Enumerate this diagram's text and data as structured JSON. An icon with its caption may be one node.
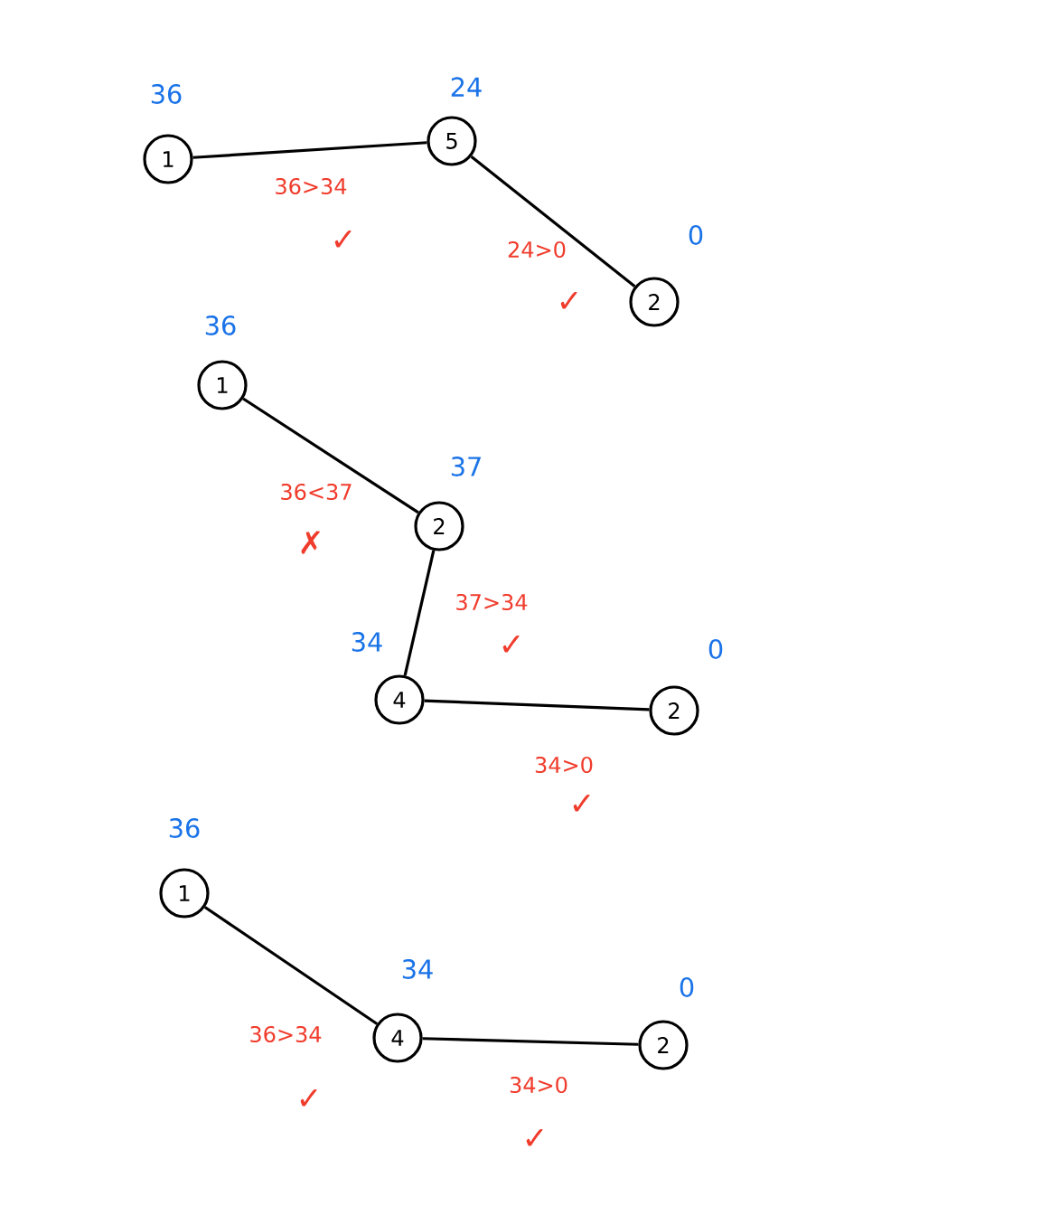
{
  "diagram": {
    "nodes": [
      {
        "text": [
          "1"
        ],
        "beside": [
          "36"
        ]
      },
      {
        "text": [
          "5"
        ],
        "beside": [
          "24"
        ]
      },
      {
        "text": [
          "2"
        ],
        "beside": [
          "0"
        ]
      },
      {
        "text": [
          "1"
        ],
        "beside": [
          "36"
        ]
      },
      {
        "text": [
          "2"
        ],
        "beside": [
          "37"
        ]
      },
      {
        "text": [
          "4"
        ],
        "beside": [
          "34"
        ]
      },
      {
        "text": [
          "2"
        ],
        "beside": [
          "0"
        ]
      },
      {
        "text": [
          "1"
        ],
        "beside": [
          "36"
        ]
      },
      {
        "text": [
          "4"
        ],
        "beside": [
          "34"
        ]
      },
      {
        "text": [
          "2"
        ],
        "beside": [
          "0"
        ]
      }
    ],
    "edges": [
      {
        "from": 0,
        "to": 1,
        "arrow": "none",
        "label": "36>34"
      },
      {
        "from": 1,
        "to": 2,
        "arrow": "none",
        "label": "24>0"
      },
      {
        "from": 3,
        "to": 4,
        "arrow": "none",
        "label": "36<37"
      },
      {
        "from": 4,
        "to": 5,
        "arrow": "none",
        "label": "37>34"
      },
      {
        "from": 5,
        "to": 6,
        "arrow": "none",
        "label": "34>0"
      },
      {
        "from": 7,
        "to": 8,
        "arrow": "none",
        "label": "36>34"
      },
      {
        "from": 8,
        "to": 9,
        "arrow": "none",
        "label": "34>0"
      }
    ],
    "labels": [
      "✓",
      "✓",
      "✗",
      "✓",
      "✓",
      "✓",
      "✓"
    ]
  }
}
